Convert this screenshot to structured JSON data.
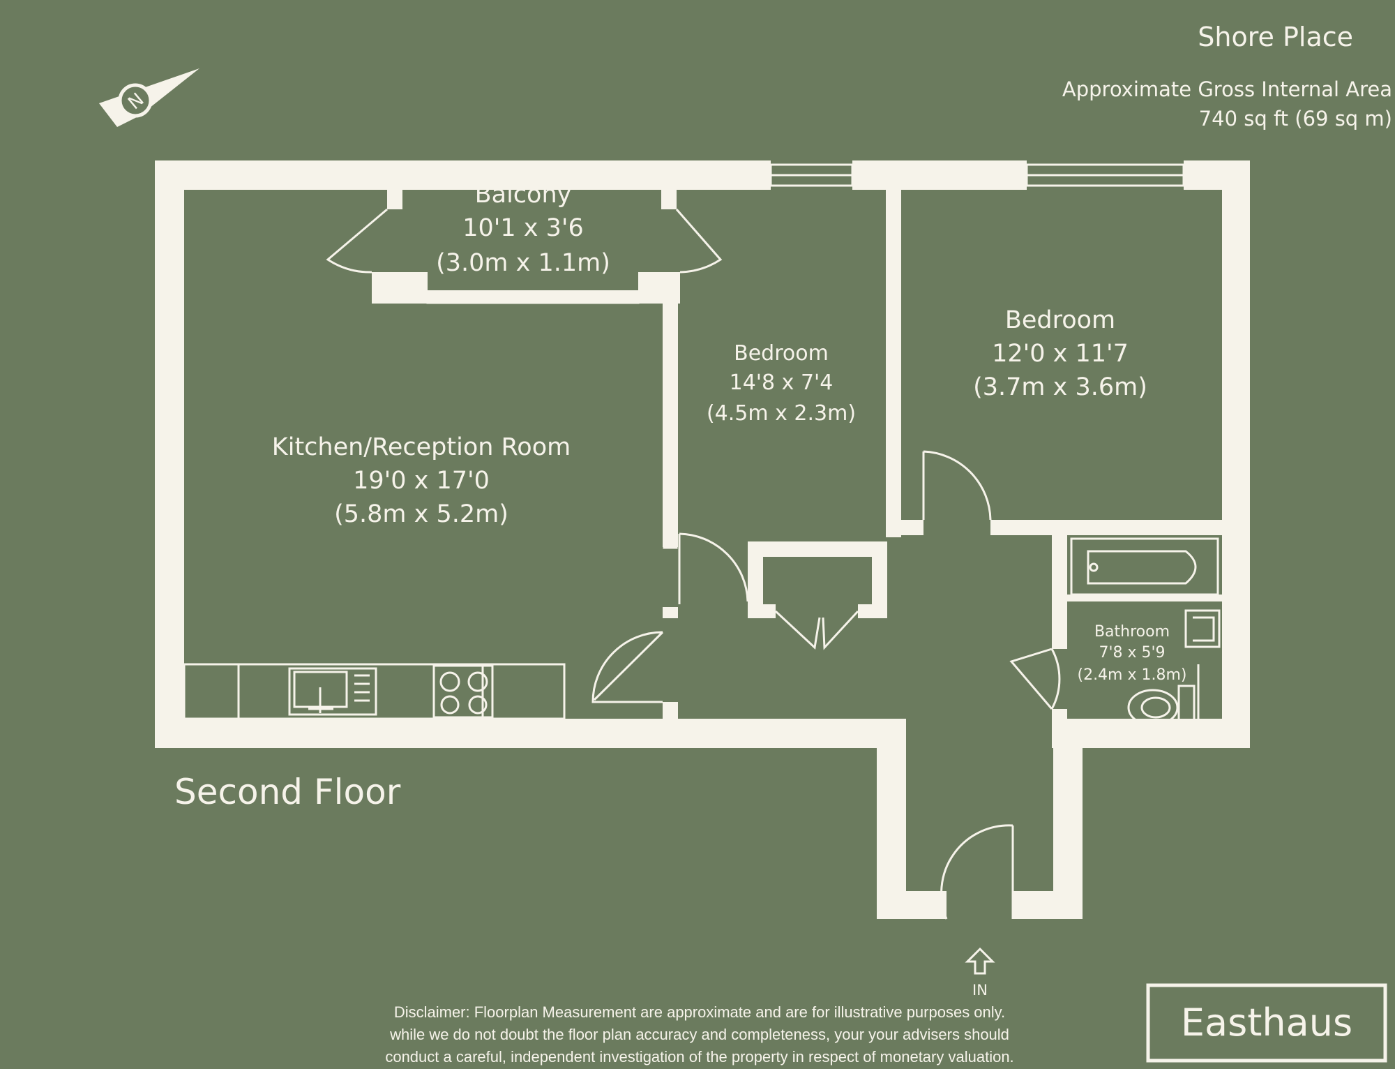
{
  "property": {
    "name": "Shore Place",
    "area_label": "Approximate Gross Internal Area",
    "area_value": "740 sq ft (69 sq m)"
  },
  "floor": "Second Floor",
  "rooms": {
    "balcony": {
      "name": "Balcony",
      "imperial": "10'1 x 3'6",
      "metric": "(3.0m x 1.1m)"
    },
    "kitchen": {
      "name": "Kitchen/Reception Room",
      "imperial": "19'0 x 17'0",
      "metric": "(5.8m x 5.2m)"
    },
    "bedroom_small": {
      "name": "Bedroom",
      "imperial": "14'8 x 7'4",
      "metric": "(4.5m x 2.3m)"
    },
    "bedroom_large": {
      "name": "Bedroom",
      "imperial": "12'0 x 11'7",
      "metric": "(3.7m x 3.6m)"
    },
    "bathroom": {
      "name": "Bathroom",
      "imperial": "7'8 x 5'9",
      "metric": "(2.4m x 1.8m)"
    }
  },
  "entrance_label": "IN",
  "disclaimer": [
    "Disclaimer: Floorplan Measurement are approximate and are for illustrative purposes only.",
    "while we do not doubt the floor plan accuracy and completeness, your your advisers should",
    "conduct a careful, independent investigation of the property in respect of monetary valuation."
  ],
  "brand": "Easthaus",
  "colors": {
    "background": "#6b7b5e",
    "lines": "#f6f3ea"
  }
}
